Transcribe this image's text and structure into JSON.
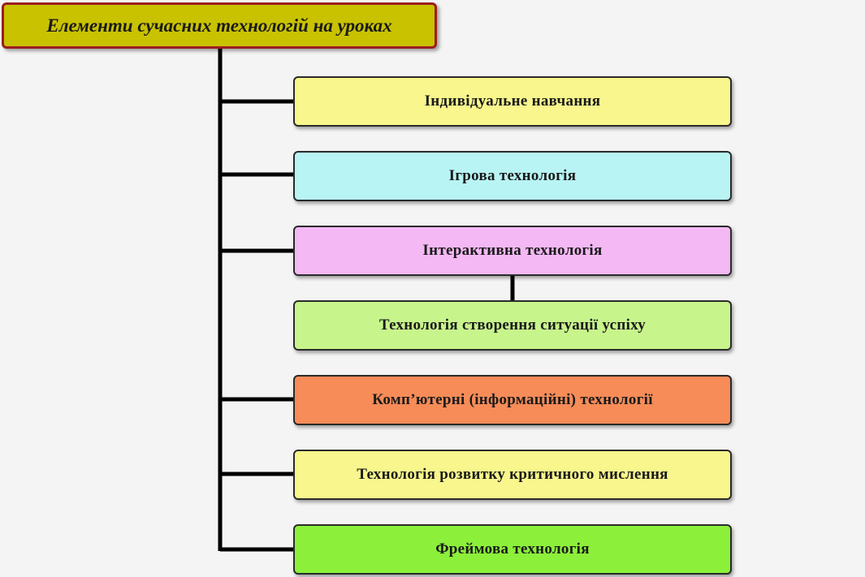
{
  "diagram": {
    "title": "Елементи сучасних технологій на уроках",
    "title_color": "#c9c200",
    "title_border_color": "#9b1e1e",
    "items": [
      {
        "label": "Індивідуальне навчання",
        "color": "#f8f68c"
      },
      {
        "label": "Ігрова технологія",
        "color": "#b8f4f4"
      },
      {
        "label": "Інтерактивна технологія",
        "color": "#f4b8f4"
      },
      {
        "label": "Технологія створення ситуації успіху",
        "color": "#c8f48c"
      },
      {
        "label": "Комп’ютерні (інформаційні) технології",
        "color": "#f78c58"
      },
      {
        "label": "Технологія розвитку критичного мислення",
        "color": "#f8f68c"
      },
      {
        "label": "Фреймова технологія",
        "color": "#8cf03a"
      }
    ]
  }
}
